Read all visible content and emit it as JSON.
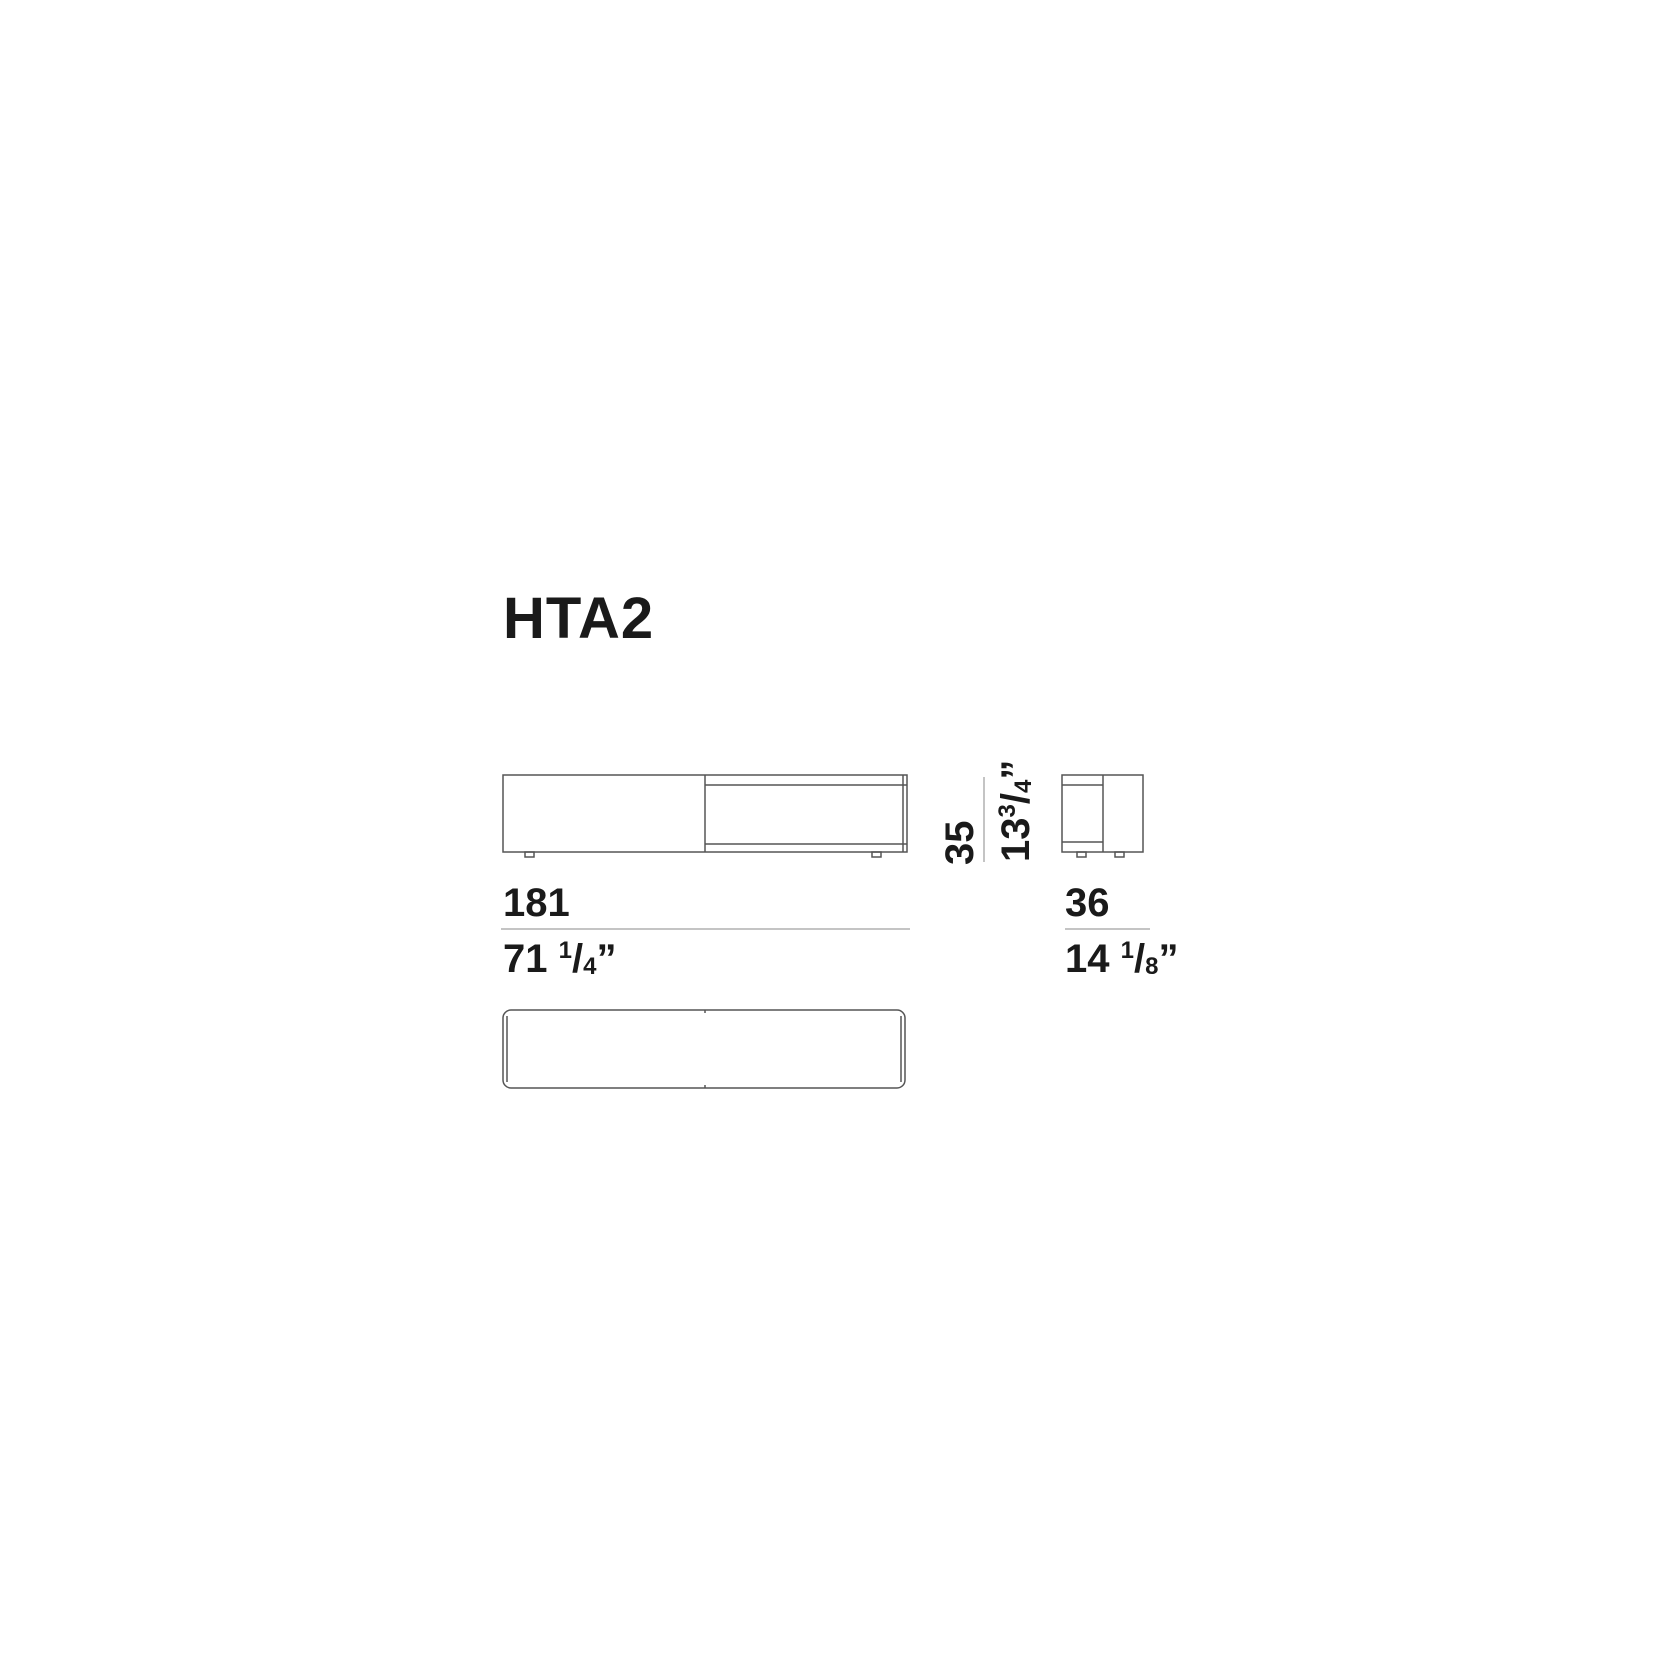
{
  "model": {
    "code": "HTA2"
  },
  "dimensions": {
    "width_cm": "181",
    "width_in_whole": "71",
    "width_in_num": "1",
    "width_in_den": "4",
    "depth_cm": "36",
    "depth_in_whole": "14",
    "depth_in_num": "1",
    "depth_in_den": "8",
    "height_cm": "35",
    "height_in_whole": "13",
    "height_in_num": "3",
    "height_in_den": "4",
    "inch_mark": "”"
  },
  "colors": {
    "line": "#555555",
    "text": "#1a1a1a",
    "background": "#ffffff"
  }
}
